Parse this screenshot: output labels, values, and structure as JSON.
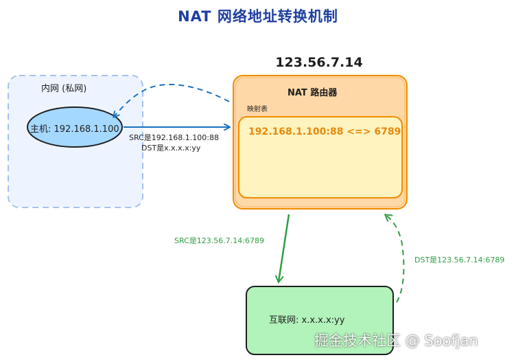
{
  "title": "NAT 网络地址转换机制",
  "router": {
    "public_ip": "123.56.7.14",
    "label": "NAT 路由器",
    "mapping_table_label": "映射表",
    "mapping_entry": "192.168.1.100:88 <=> 6789"
  },
  "lan": {
    "label": "内网 (私网)",
    "host_label": "主机: 192.168.1.100",
    "outbound_src": "SRC是192.168.1.100:88",
    "outbound_dst": "DST是x.x.x.x:yy"
  },
  "wan": {
    "outbound_src": "SRC是123.56.7.14:6789",
    "inbound_dst": "DST是123.56.7.14:6789",
    "internet_label": "互联网: x.x.x.x:yy"
  },
  "watermark": "掘金技术社区 @ Soofjan",
  "colors": {
    "title": "#1e3fa0",
    "lan_fill": "#eef4ff",
    "lan_stroke": "#a5c1f2",
    "host_fill": "#a5d8ff",
    "host_stroke": "#1e1e1e",
    "blue_arrow": "#1971c2",
    "router_fill": "#ffd8a8",
    "router_stroke": "#f08c00",
    "table_fill": "#fff3bf",
    "mapping_text": "#e8890c",
    "internet_fill": "#b2f2bb",
    "green_arrow": "#2f9e44"
  }
}
